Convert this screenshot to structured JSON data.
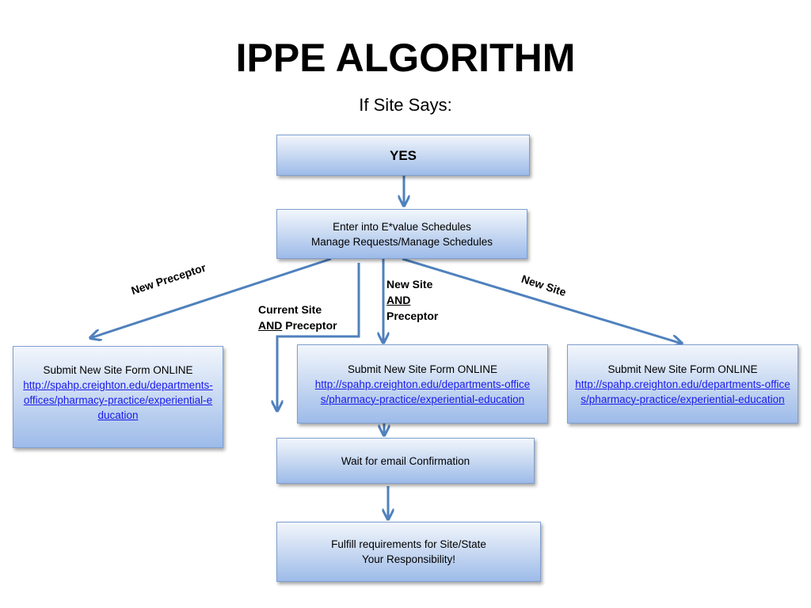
{
  "title": "IPPE ALGORITHM",
  "subtitle": "If Site Says:",
  "boxes": {
    "yes": "YES",
    "evalue": {
      "line1": "Enter into E*value Schedules",
      "line2": "Manage Requests/Manage Schedules"
    },
    "form_left": {
      "text": "Submit New Site Form ONLINE",
      "link": "http://spahp.creighton.edu/departments-offices/pharmacy-practice/experiential-education"
    },
    "form_center": {
      "text": "Submit New Site Form ONLINE",
      "link": "http://spahp.creighton.edu/departments-offices/pharmacy-practice/experiential-education"
    },
    "form_right": {
      "text": "Submit New Site Form ONLINE",
      "link": "http://spahp.creighton.edu/departments-offices/pharmacy-practice/experiential-education"
    },
    "wait": "Wait for email Confirmation",
    "fulfill": {
      "line1": "Fulfill requirements for Site/State",
      "line2": "Your Responsibility!"
    }
  },
  "labels": {
    "new_preceptor": "New Preceptor",
    "current_site_1": "Current Site",
    "current_site_and": "AND",
    "current_site_2": " Preceptor",
    "new_site_and_1": "New Site",
    "new_site_and_and": "AND",
    "new_site_and_2": "Preceptor",
    "new_site": "New Site"
  },
  "colors": {
    "arrow": "#4f81bd",
    "box_border": "#7f9fcf",
    "link": "#1a1aee"
  }
}
